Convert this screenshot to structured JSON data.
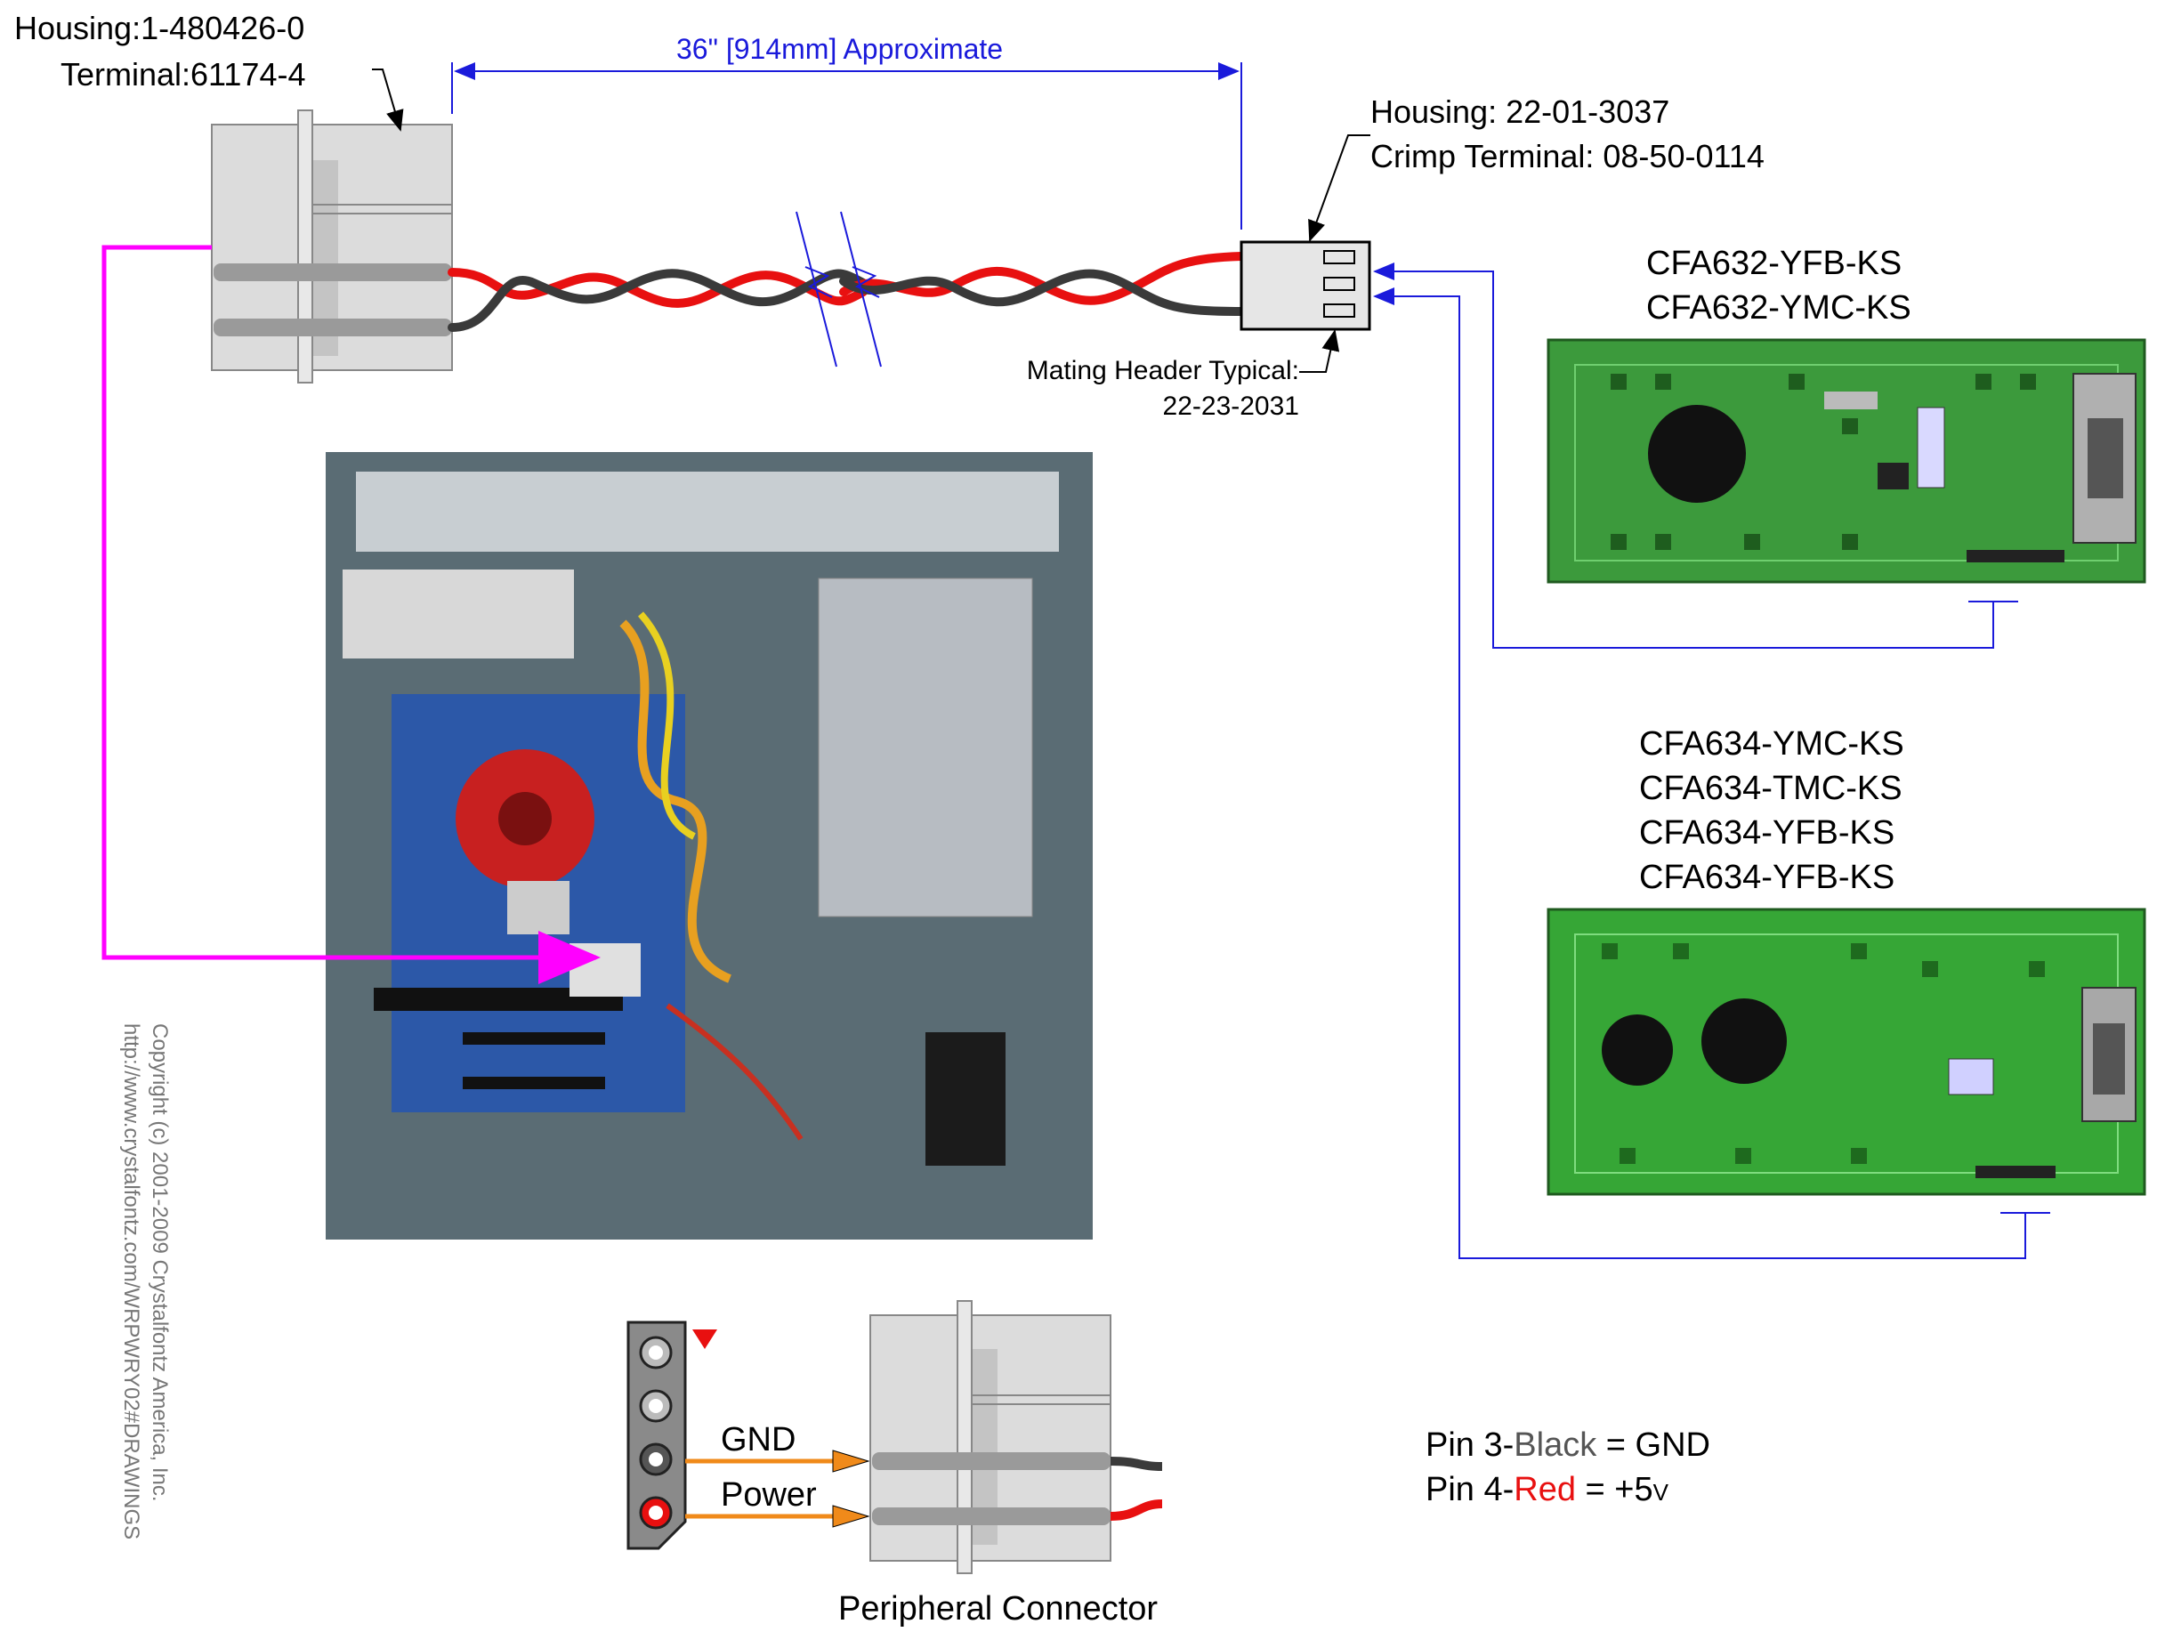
{
  "cable": {
    "left_housing": "Housing:1-480426-0",
    "left_terminal": "Terminal:61174-4",
    "length_label": "36\" [914mm] Approximate",
    "right_housing": "Housing: 22-01-3037",
    "right_terminal": "Crimp Terminal: 08-50-0114",
    "mating_header_line1": "Mating Header Typical:",
    "mating_header_line2": "22-23-2031"
  },
  "modules": {
    "top": [
      "CFA632-YFB-KS",
      "CFA632-YMC-KS"
    ],
    "bottom": [
      "CFA634-YMC-KS",
      "CFA634-TMC-KS",
      "CFA634-YFB-KS",
      "CFA634-YFB-KS"
    ]
  },
  "pc_photo_name": "pc-interior-photo",
  "peripheral": {
    "gnd": "GND",
    "power": "Power",
    "title": "Peripheral Connector"
  },
  "pins": {
    "line1_prefix": "Pin 3-",
    "line1_color_word": "Black",
    "line1_suffix": " = GND",
    "line2_prefix": "Pin 4-",
    "line2_color_word": "Red",
    "line2_suffix": " = +5",
    "line2_unit": "V"
  },
  "copyright": {
    "line1": "Copyright (c) 2001-2009 Crystalfontz America, Inc.",
    "line2": "http://www.crystalfontz.com/WRPWRY02#DRAWINGS"
  },
  "colors": {
    "dimension_blue": "#1a1adb",
    "magenta": "#ff00ff",
    "wire_red": "#e81010",
    "wire_black": "#3a3a3a",
    "pcb_green": "#3c9a3c",
    "arrow_orange": "#f08a1a"
  }
}
